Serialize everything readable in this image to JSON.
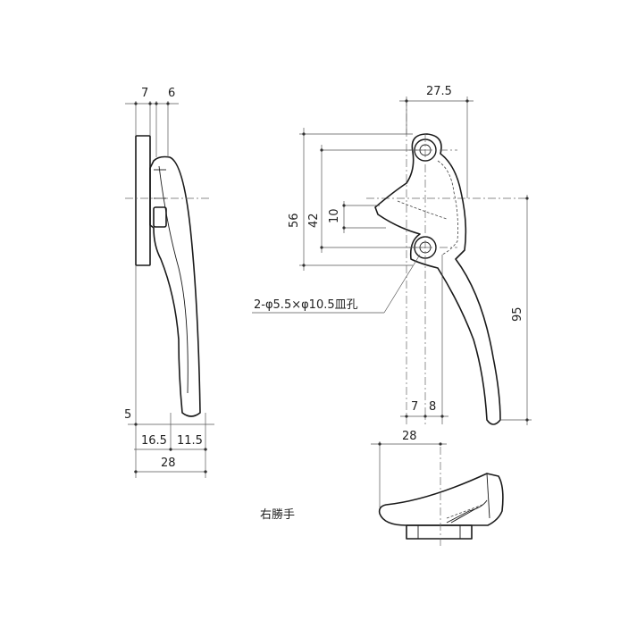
{
  "side_view": {
    "top_dims": [
      "7",
      "6"
    ],
    "left_dim": "5",
    "bottom_dims": [
      "16.5",
      "11.5"
    ],
    "overall_width": "28"
  },
  "front_view": {
    "top_dim": "27.5",
    "vertical_dims": [
      "56",
      "42",
      "10"
    ],
    "height_dim": "95",
    "bottom_dims": [
      "7",
      "8"
    ],
    "hole_callout": "2-φ5.5×φ10.5皿孔"
  },
  "bottom_view": {
    "width_dim": "28"
  },
  "hand_label": "右勝手"
}
